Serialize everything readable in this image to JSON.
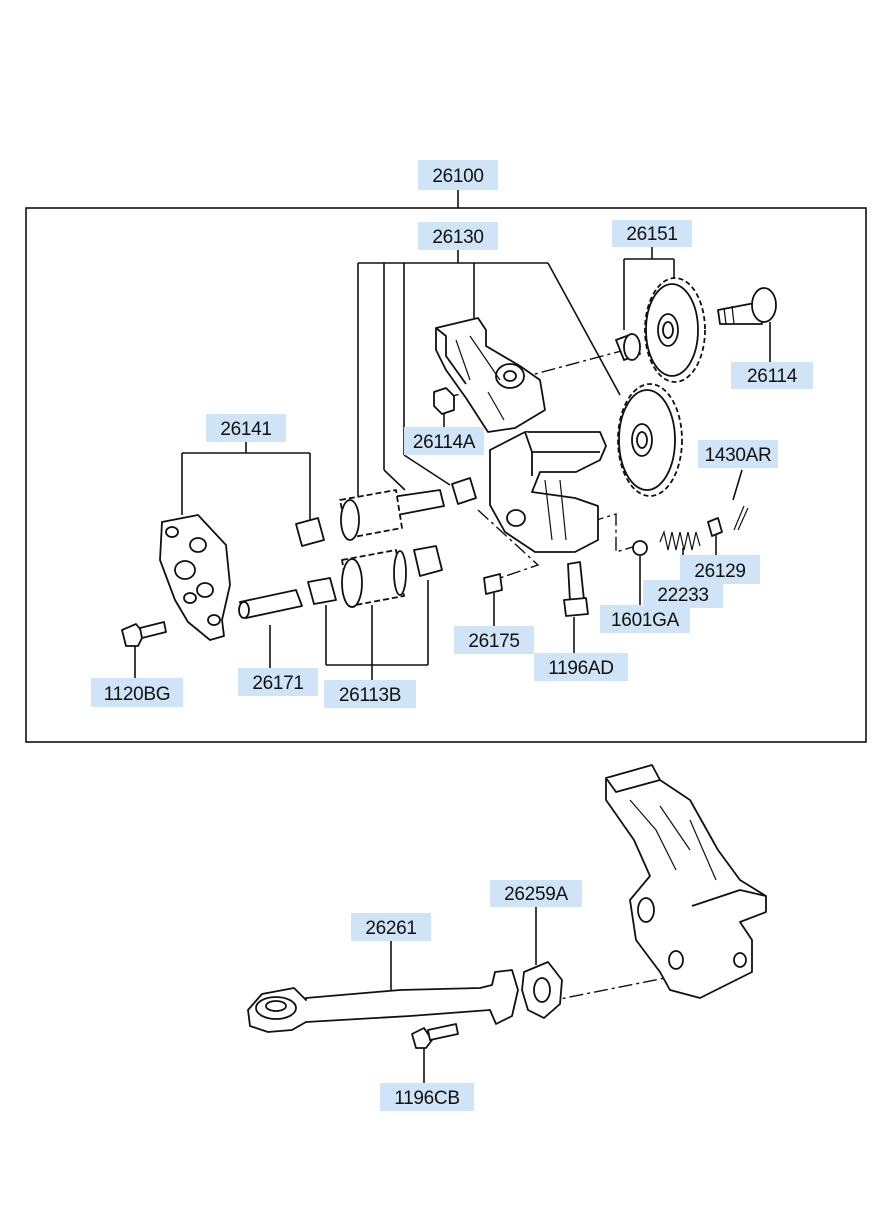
{
  "part_labels": {
    "p26100": "26100",
    "p26130": "26130",
    "p26151": "26151",
    "p26114": "26114",
    "p26114A": "26114A",
    "p1430AR": "1430AR",
    "p26141": "26141",
    "p26129": "26129",
    "p22233": "22233",
    "p1601GA": "1601GA",
    "p26175": "26175",
    "p1196AD": "1196AD",
    "p1120BG": "1120BG",
    "p26171": "26171",
    "p26113B": "26113B",
    "p26259A": "26259A",
    "p26261": "26261",
    "p1196CB": "1196CB"
  }
}
